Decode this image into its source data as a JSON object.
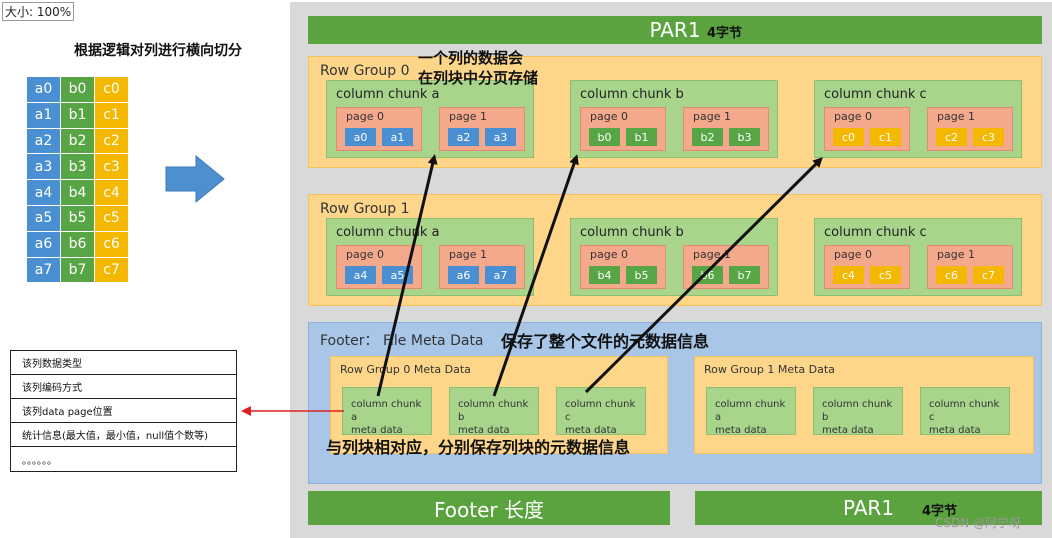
{
  "zoom_label": "大小: 100%",
  "left_title": "根据逻辑对列进行横向切分",
  "columns": [
    [
      "a0",
      "a1",
      "a2",
      "a3",
      "a4",
      "a5",
      "a6",
      "a7"
    ],
    [
      "b0",
      "b1",
      "b2",
      "b3",
      "b4",
      "b5",
      "b6",
      "b7"
    ],
    [
      "c0",
      "c1",
      "c2",
      "c3",
      "c4",
      "c5",
      "c6",
      "c7"
    ]
  ],
  "header": {
    "par1": "PAR1",
    "par1_bytes": "4字节"
  },
  "annotation_pages": {
    "line1": "一个列的数据会",
    "line2": "在列块中分页存储"
  },
  "row_groups": [
    {
      "label": "Row Group 0",
      "chunks": [
        {
          "label": "column chunk a",
          "pages": [
            {
              "label": "page 0",
              "values": [
                "a0",
                "a1"
              ]
            },
            {
              "label": "page 1",
              "values": [
                "a2",
                "a3"
              ]
            }
          ]
        },
        {
          "label": "column chunk b",
          "pages": [
            {
              "label": "page 0",
              "values": [
                "b0",
                "b1"
              ]
            },
            {
              "label": "page 1",
              "values": [
                "b2",
                "b3"
              ]
            }
          ]
        },
        {
          "label": "column chunk c",
          "pages": [
            {
              "label": "page 0",
              "values": [
                "c0",
                "c1"
              ]
            },
            {
              "label": "page 1",
              "values": [
                "c2",
                "c3"
              ]
            }
          ]
        }
      ]
    },
    {
      "label": "Row Group 1",
      "chunks": [
        {
          "label": "column chunk a",
          "pages": [
            {
              "label": "page 0",
              "values": [
                "a4",
                "a5"
              ]
            },
            {
              "label": "page 1",
              "values": [
                "a6",
                "a7"
              ]
            }
          ]
        },
        {
          "label": "column chunk b",
          "pages": [
            {
              "label": "page 0",
              "values": [
                "b4",
                "b5"
              ]
            },
            {
              "label": "page 1",
              "values": [
                "b6",
                "b7"
              ]
            }
          ]
        },
        {
          "label": "column chunk c",
          "pages": [
            {
              "label": "page 0",
              "values": [
                "c4",
                "c5"
              ]
            },
            {
              "label": "page 1",
              "values": [
                "c6",
                "c7"
              ]
            }
          ]
        }
      ]
    }
  ],
  "footer": {
    "label": "Footer： File Meta Data",
    "annotation": "保存了整个文件的元数据信息",
    "meta_groups": [
      {
        "label": "Row Group 0 Meta Data",
        "chunks": [
          {
            "line1": "column chunk a",
            "line2": "meta data"
          },
          {
            "line1": "column chunk b",
            "line2": "meta data"
          },
          {
            "line1": "column chunk c",
            "line2": "meta data"
          }
        ]
      },
      {
        "label": "Row Group 1 Meta Data",
        "chunks": [
          {
            "line1": "column chunk a",
            "line2": "meta data"
          },
          {
            "line1": "column chunk b",
            "line2": "meta data"
          },
          {
            "line1": "column chunk c",
            "line2": "meta data"
          }
        ]
      }
    ],
    "bottom_annotation": "与列块相对应，分别保存列块的元数据信息"
  },
  "bottom": {
    "footer_length": "Footer 长度",
    "par1": "PAR1",
    "par1_bytes": "4字节"
  },
  "legend_items": [
    "该列数据类型",
    "该列编码方式",
    "该列data page位置",
    "统计信息(最大值，最小值，null值个数等)",
    "。。。。。。"
  ],
  "watermark": "CSDN @阿宁呀",
  "colors": {
    "col_a": "#4a8fd2",
    "col_b": "#58a545",
    "col_c": "#f5b800",
    "green_bar": "#5ba33f",
    "row_group": "#fdd68a",
    "chunk": "#a8d48c",
    "page": "#f4a88c",
    "footer": "#a8c6e8",
    "arrow_red": "#e02020"
  }
}
